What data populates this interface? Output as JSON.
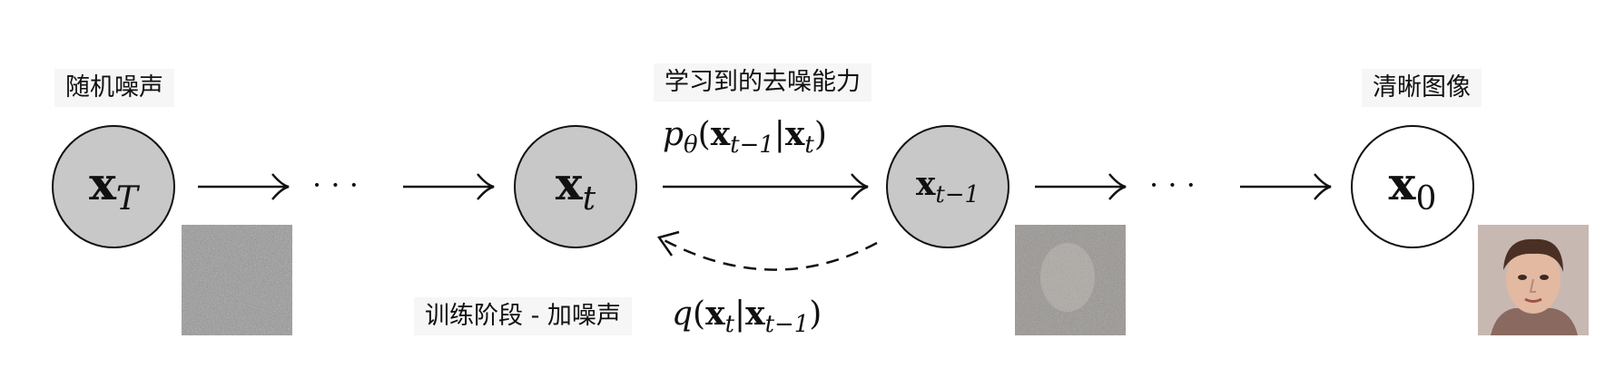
{
  "labels": {
    "random_noise": "随机噪声",
    "learned_denoise": "学习到的去噪能力",
    "clear_image": "清晰图像",
    "training_noise": "训练阶段 - 加噪声"
  },
  "nodes": {
    "xT": {
      "bold": "x",
      "sub": "T"
    },
    "xt": {
      "bold": "x",
      "sub": "t"
    },
    "xt1": {
      "bold": "x",
      "sub": "t−1"
    },
    "x0": {
      "bold": "x",
      "sub": "0"
    }
  },
  "formulas": {
    "reverse": {
      "fn": "p",
      "fn_sub": "θ",
      "arg1_bold": "x",
      "arg1_sub": "t−1",
      "bar": "|",
      "arg2_bold": "x",
      "arg2_sub": "t"
    },
    "forward": {
      "fn": "q",
      "arg1_bold": "x",
      "arg1_sub": "t",
      "bar": "|",
      "arg2_bold": "x",
      "arg2_sub": "t−1"
    }
  },
  "ellipsis": "· · ·",
  "colors": {
    "noisy_node": "#c8c8c8",
    "clean_node": "#ffffff",
    "label_bg": "#f6f6f6"
  }
}
